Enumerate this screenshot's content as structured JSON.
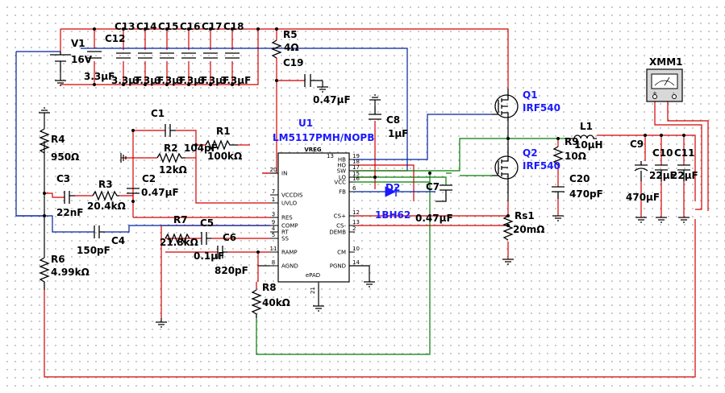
{
  "colors": {
    "red": "#d40000",
    "blue": "#0020a0",
    "green": "#007a00",
    "black": "#000000",
    "ref": "#1a1aff"
  },
  "ic": {
    "ref": "U1",
    "part": "LM5117PMH/NOPB",
    "title": "VREG",
    "pins_left": [
      {
        "num": "20",
        "name": "IN"
      },
      {
        "num": "7",
        "name": "VCCDIS"
      },
      {
        "num": "1",
        "name": "UVLO"
      },
      {
        "num": "3",
        "name": "RES"
      },
      {
        "num": "9",
        "name": "COMP"
      },
      {
        "num": "4",
        "name": "RT"
      },
      {
        "num": "5",
        "name": "SS"
      },
      {
        "num": "11",
        "name": "RAMP"
      },
      {
        "num": "8",
        "name": "AGND"
      }
    ],
    "pins_right": [
      {
        "num": "19",
        "name": "HB"
      },
      {
        "num": "18",
        "name": "HO"
      },
      {
        "num": "17",
        "name": "SW"
      },
      {
        "num": "15",
        "name": "LO"
      },
      {
        "num": "16",
        "name": "VCC"
      },
      {
        "num": "6",
        "name": "FB"
      },
      {
        "num": "12",
        "name": "CS+"
      },
      {
        "num": "13",
        "name": "CS-"
      },
      {
        "num": "2",
        "name": "DEMB"
      },
      {
        "num": "10",
        "name": "CM"
      },
      {
        "num": "14",
        "name": "PGND"
      }
    ],
    "pin_top": "13",
    "pin_bottom": "21",
    "pad": "ePAD"
  },
  "components": {
    "V1": {
      "ref": "V1",
      "value": "16V"
    },
    "C12": {
      "ref": "C12",
      "value": "3.3µF"
    },
    "C13": {
      "ref": "C13",
      "value": "3.3µF"
    },
    "C14": {
      "ref": "C14",
      "value": "3.3µF"
    },
    "C15": {
      "ref": "C15",
      "value": "3.3µF"
    },
    "C16": {
      "ref": "C16",
      "value": "3.3µF"
    },
    "C17": {
      "ref": "C17",
      "value": "3.3µF"
    },
    "C18": {
      "ref": "C18",
      "value": "3.3µF"
    },
    "R5": {
      "ref": "R5",
      "value": "4Ω"
    },
    "C19": {
      "ref": "C19",
      "value": "0.47µF"
    },
    "C8": {
      "ref": "C8",
      "value": "1µF"
    },
    "C1": {
      "ref": "C1",
      "value": "104pF"
    },
    "R1": {
      "ref": "R1",
      "value": "100kΩ"
    },
    "R2": {
      "ref": "R2",
      "value": "12kΩ"
    },
    "R4": {
      "ref": "R4",
      "value": "950Ω"
    },
    "C3": {
      "ref": "C3",
      "value": "22nF"
    },
    "R3": {
      "ref": "R3",
      "value": "20.4kΩ"
    },
    "C2": {
      "ref": "C2",
      "value": "0.47µF"
    },
    "C4": {
      "ref": "C4",
      "value": "150pF"
    },
    "R7": {
      "ref": "R7",
      "value": "21.8kΩ"
    },
    "C5": {
      "ref": "C5",
      "value": "0.1µF"
    },
    "C6": {
      "ref": "C6",
      "value": "820pF"
    },
    "R6": {
      "ref": "R6",
      "value": "4.99kΩ"
    },
    "R8": {
      "ref": "R8",
      "value": "40kΩ"
    },
    "D2": {
      "ref": "D2",
      "value": "1BH62"
    },
    "C7": {
      "ref": "C7",
      "value": "0.47µF"
    },
    "Q1": {
      "ref": "Q1",
      "value": "IRF540"
    },
    "Q2": {
      "ref": "Q2",
      "value": "IRF540"
    },
    "L1": {
      "ref": "L1",
      "value": "10µH"
    },
    "R9": {
      "ref": "R9",
      "value": "10Ω"
    },
    "C20": {
      "ref": "C20",
      "value": "470pF"
    },
    "Rs1": {
      "ref": "Rs1",
      "value": "20mΩ"
    },
    "C9": {
      "ref": "C9",
      "value": "470µF"
    },
    "C10": {
      "ref": "C10",
      "value": "22µF"
    },
    "C11": {
      "ref": "C11",
      "value": "22µF"
    },
    "XMM1": {
      "ref": "XMM1"
    }
  },
  "multimeter": {
    "plus": "+",
    "minus": "-"
  }
}
